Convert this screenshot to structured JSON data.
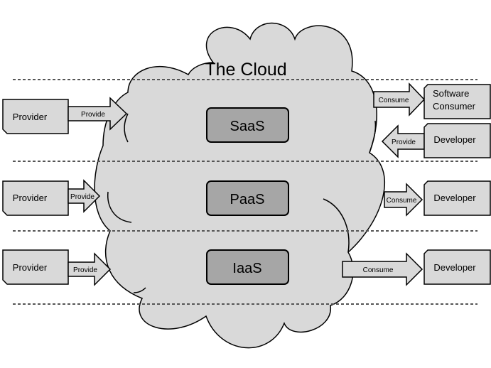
{
  "title": "The Cloud",
  "services": {
    "saas": "SaaS",
    "paas": "PaaS",
    "iaas": "IaaS"
  },
  "left": {
    "provider_saas": "Provider",
    "provider_paas": "Provider",
    "provider_iaas": "Provider",
    "arrow_saas": "Provide",
    "arrow_paas": "Provide",
    "arrow_iaas": "Provide"
  },
  "right": {
    "software_consumer_line1": "Software",
    "software_consumer_line2": "Consumer",
    "developer_saas": "Developer",
    "developer_paas": "Developer",
    "developer_iaas": "Developer",
    "consume_saas": "Consume",
    "provide_saas_dev": "Provide",
    "consume_paas": "Consume",
    "consume_iaas": "Consume"
  },
  "colors": {
    "cloud_fill": "#d9d9d9",
    "service_fill": "#a6a6a6",
    "box_fill": "#d9d9d9"
  }
}
